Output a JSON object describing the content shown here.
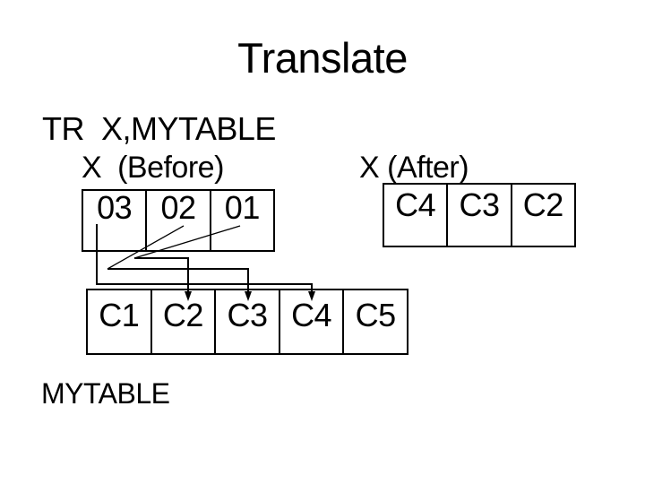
{
  "slide": {
    "title": "Translate",
    "instruction": "TR  X,MYTABLE",
    "before": {
      "label": "X  (Before)",
      "cells": [
        "03",
        "02",
        "01"
      ]
    },
    "after": {
      "label": "X (After)",
      "cells": [
        "C4",
        "C3",
        "C2"
      ]
    },
    "mytable": {
      "label": "MYTABLE",
      "cells": [
        "C1",
        "C2",
        "C3",
        "C4",
        "C5"
      ]
    },
    "mappings": [
      {
        "from": "03",
        "to": "C4"
      },
      {
        "from": "02",
        "to": "C3"
      },
      {
        "from": "01",
        "to": "C2"
      }
    ],
    "colors": {
      "background": "#ffffff",
      "foreground": "#000000"
    }
  }
}
